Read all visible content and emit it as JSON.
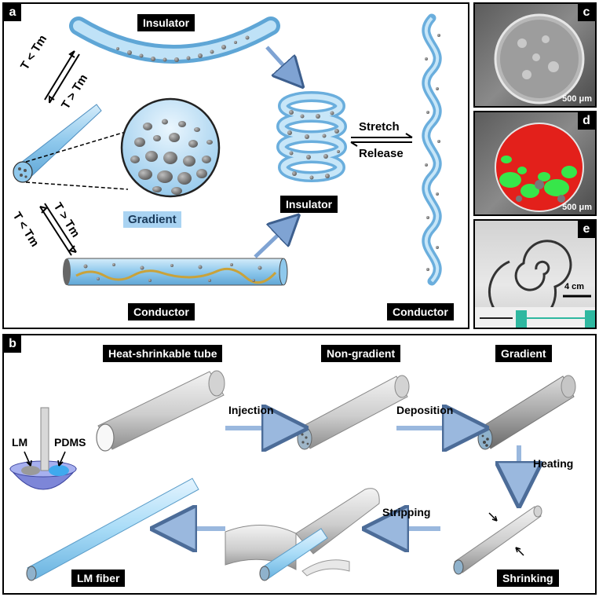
{
  "panel_a": {
    "label": "a",
    "insulator_top": "Insulator",
    "insulator_mid": "Insulator",
    "conductor_bottom": "Conductor",
    "conductor_right": "Conductor",
    "gradient": "Gradient",
    "stretch": "Stretch",
    "release": "Release",
    "t_lt_tm_1": "T < Tm",
    "t_gt_tm_1": "T > Tm",
    "t_gt_tm_2": "T > Tm",
    "t_lt_tm_2": "T < Tm"
  },
  "panel_c": {
    "label": "c",
    "scale": "500 μm"
  },
  "panel_d": {
    "label": "d",
    "scale": "500 μm"
  },
  "panel_e": {
    "label": "e",
    "scale": "4 cm"
  },
  "panel_b": {
    "label": "b",
    "heat_shrinkable_tube": "Heat-shrinkable tube",
    "non_gradient": "Non-gradient",
    "gradient": "Gradient",
    "injection": "Injection",
    "deposition": "Deposition",
    "heating": "Heating",
    "stripping": "Stripping",
    "shrinking": "Shrinking",
    "lm_fiber": "LM fiber",
    "lm": "LM",
    "pdms": "PDMS"
  },
  "colors": {
    "fiber_blue": "#9fd0ee",
    "arrow_blue": "#9ab8de",
    "gray_tube": "#c9c9c9",
    "sem_red": "#e3201b",
    "sem_green": "#37e64a"
  }
}
